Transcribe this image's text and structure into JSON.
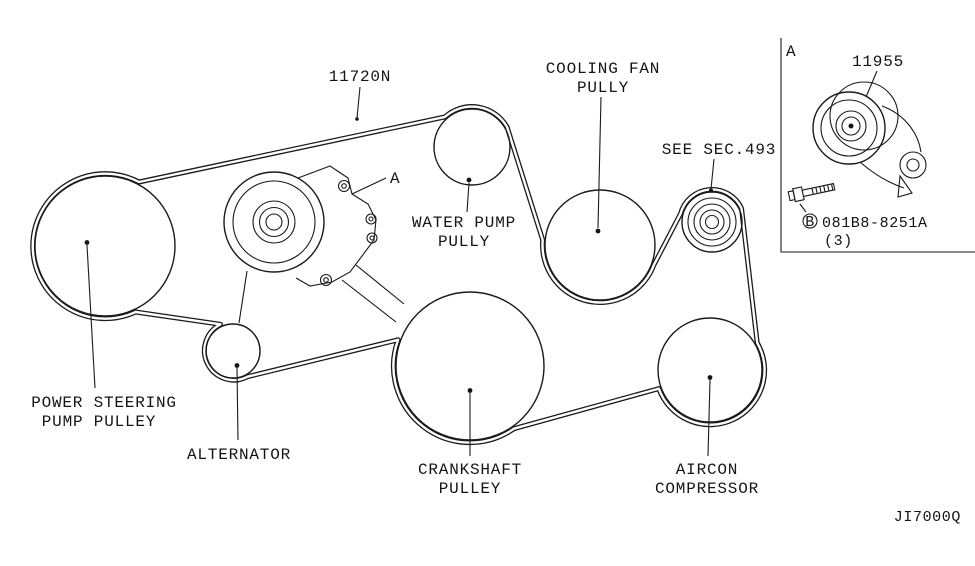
{
  "page": {
    "background_color": "#ffffff",
    "line_color": "#1a1a1a"
  },
  "diagram": {
    "belt": {
      "part_label": "11720N"
    },
    "pulleys": {
      "power_steering": {
        "label_line1": "POWER STEERING",
        "label_line2": "PUMP PULLEY"
      },
      "alternator": {
        "label": "ALTERNATOR"
      },
      "water_pump": {
        "label_line1": "WATER PUMP",
        "label_line2": "PULLY"
      },
      "cooling_fan": {
        "label_line1": "COOLING FAN",
        "label_line2": "PULLY"
      },
      "crankshaft": {
        "label_line1": "CRANKSHAFT",
        "label_line2": "PULLEY"
      },
      "aircon": {
        "label_line1": "AIRCON",
        "label_line2": "COMPRESSOR"
      },
      "idler": {
        "label": "SEE SEC.493"
      }
    },
    "tensioner_ref": "A",
    "inset": {
      "ref_label": "A",
      "tensioner_part": "11955",
      "bolt_ref": "B",
      "bolt_part": "081B8-8251A",
      "bolt_qty": "(3)"
    },
    "footer_code": "JI7000Q"
  }
}
